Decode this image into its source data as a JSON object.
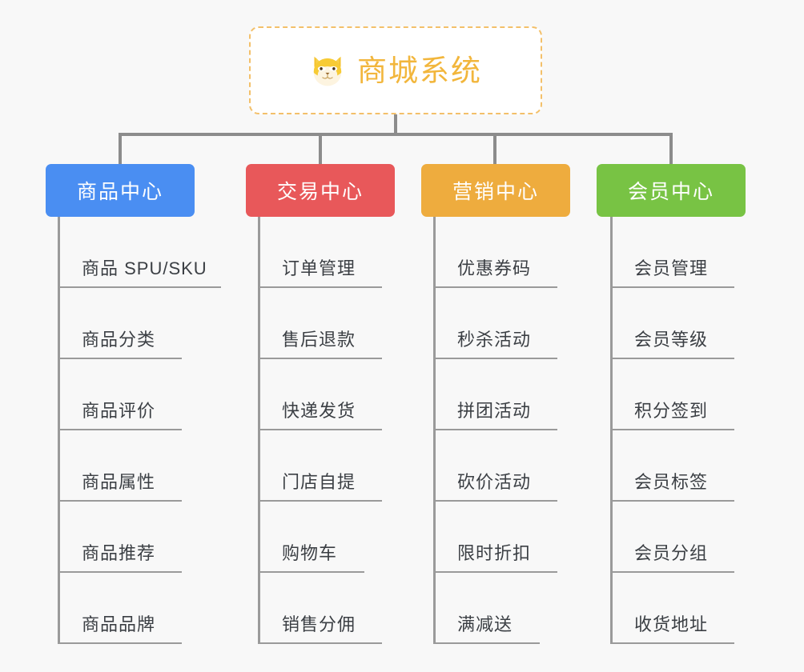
{
  "page": {
    "background_color": "#f8f8f8",
    "title": "商城系统"
  },
  "root": {
    "label": "商城系统",
    "icon": "shiba-dog-icon",
    "text_color": "#f2b63c",
    "border_color": "#f3c06a",
    "fill_color": "#ffffff"
  },
  "connector": {
    "color": "#8c8c8c"
  },
  "columns": [
    {
      "title": "商品中心",
      "color": "#4a8ef2",
      "items": [
        "商品 SPU/SKU",
        "商品分类",
        "商品评价",
        "商品属性",
        "商品推荐",
        "商品品牌"
      ]
    },
    {
      "title": "交易中心",
      "color": "#e8585a",
      "items": [
        "订单管理",
        "售后退款",
        "快递发货",
        "门店自提",
        "购物车",
        "销售分佣"
      ]
    },
    {
      "title": "营销中心",
      "color": "#eeac3e",
      "items": [
        "优惠券码",
        "秒杀活动",
        "拼团活动",
        "砍价活动",
        "限时折扣",
        "满减送"
      ]
    },
    {
      "title": "会员中心",
      "color": "#78c344",
      "items": [
        "会员管理",
        "会员等级",
        "积分签到",
        "会员标签",
        "会员分组",
        "收货地址"
      ]
    }
  ]
}
